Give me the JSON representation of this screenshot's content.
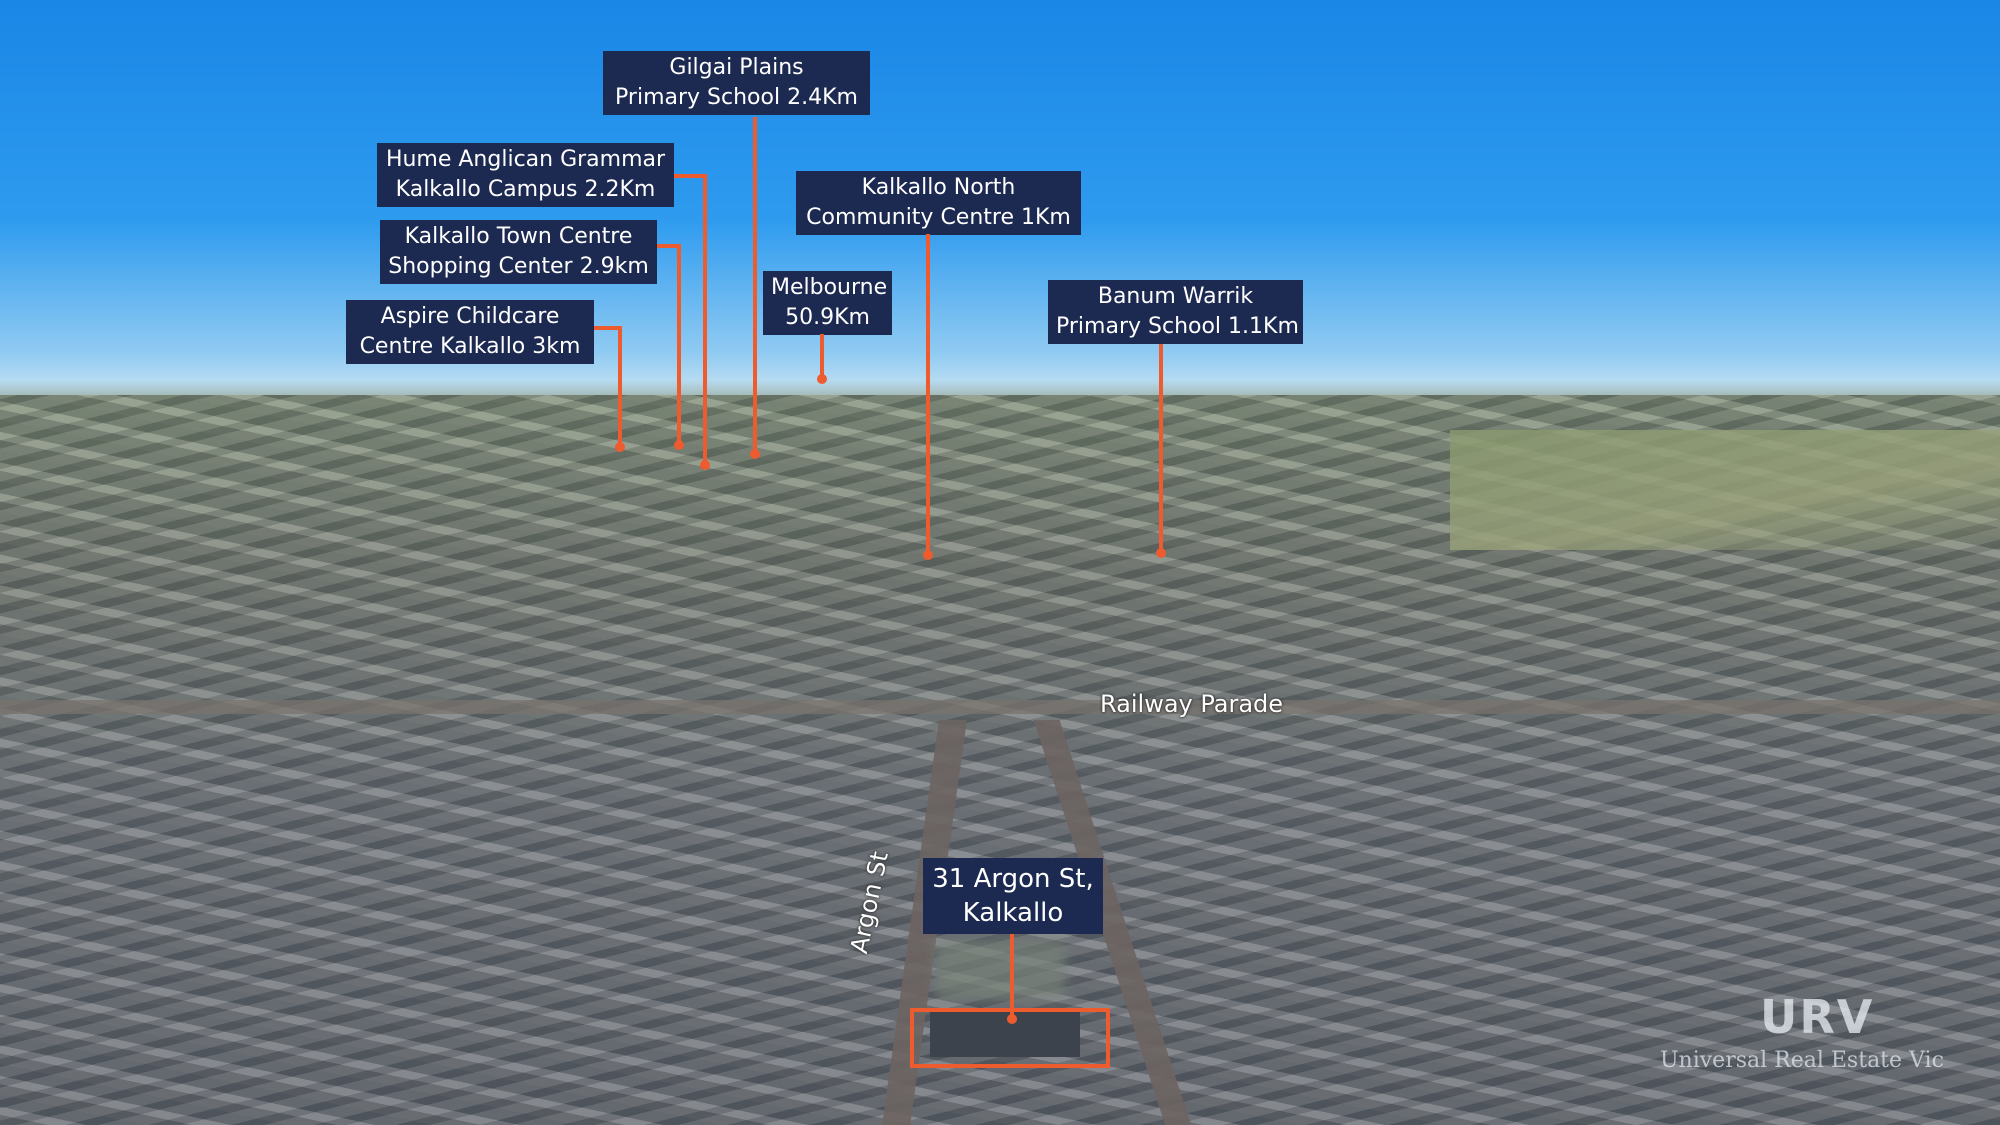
{
  "labels": {
    "gilgai": [
      "Gilgai Plains",
      "Primary School 2.4Km"
    ],
    "hume": [
      "Hume Anglican Grammar",
      "Kalkallo Campus 2.2Km"
    ],
    "town_centre": [
      "Kalkallo Town Centre",
      "Shopping Center 2.9km"
    ],
    "aspire": [
      "Aspire Childcare",
      "Centre Kalkallo 3km"
    ],
    "melbourne": [
      "Melbourne",
      "50.9Km"
    ],
    "kalkallo_north": [
      "Kalkallo North",
      "Community Centre 1Km"
    ],
    "banum": [
      "Banum Warrik",
      "Primary School 1.1Km"
    ],
    "property": [
      "31 Argon St,",
      "Kalkallo"
    ]
  },
  "roads": {
    "argon": "Argon St",
    "railway": "Railway Parade"
  },
  "watermark": {
    "logo": "URV",
    "text": "Universal Real Estate Vic"
  },
  "colors": {
    "label_bg": "#1c2951",
    "pin": "#ee5b2f",
    "sky": "#1a86e6"
  }
}
